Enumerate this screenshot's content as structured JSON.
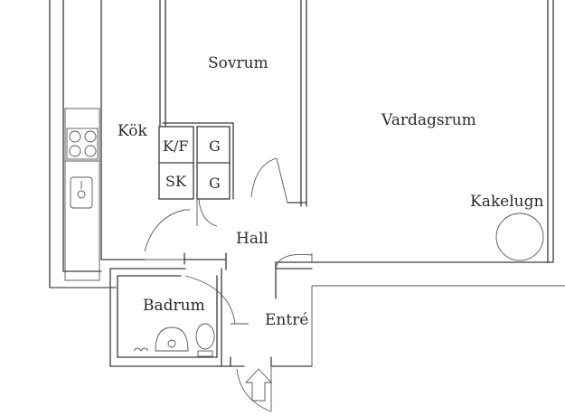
{
  "rooms": {
    "sovrum": "Sovrum",
    "vardagsrum": "Vardagsrum",
    "kok": "Kök",
    "hall": "Hall",
    "badrum": "Badrum",
    "entre": "Entré",
    "kakelugn": "Kakelugn"
  },
  "closets": {
    "kf": "K/F",
    "g1": "G",
    "sk": "SK",
    "g2": "G"
  },
  "icons": {
    "stove": "stove-icon",
    "sink": "sink-icon",
    "toilet": "toilet-icon",
    "washbasin": "washbasin-icon",
    "tiled_stove": "tiled-stove-icon",
    "entrance_arrow": "entrance-arrow-icon"
  }
}
